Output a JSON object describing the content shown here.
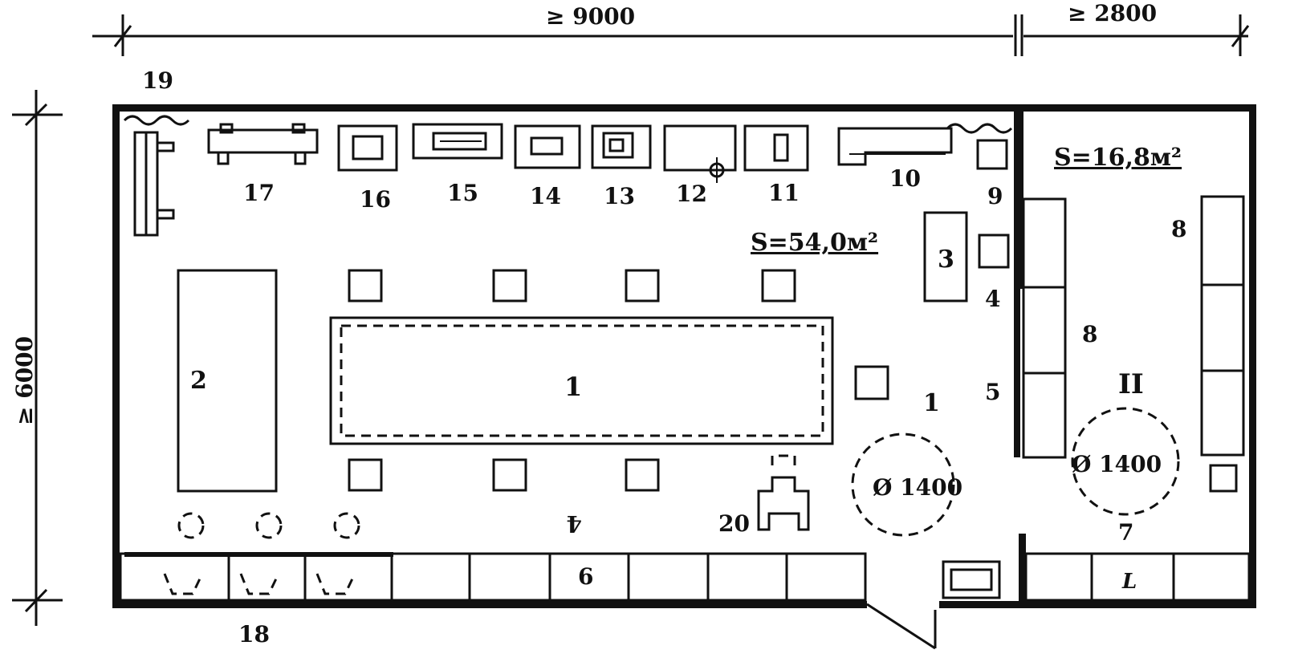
{
  "dimensions": {
    "width": "≥ 9000",
    "annex_width": "≥ 2800",
    "depth": "≥ 6000"
  },
  "rooms": {
    "main_area": "S=54,0м²",
    "annex_area": "S=16,8м²",
    "main_numeral": "1",
    "annex_numeral": "II"
  },
  "turning_circles": [
    "Ø 1400",
    "Ø 1400"
  ],
  "labels": {
    "l1": "1",
    "l2": "2",
    "l3": "3",
    "l4": "4",
    "l4b": "4",
    "l5": "5",
    "l6": "6",
    "l7": "7",
    "l8a": "8",
    "l8b": "8",
    "l9": "9",
    "l10": "10",
    "l11": "11",
    "l12": "12",
    "l13": "13",
    "l14": "14",
    "l15": "15",
    "l16": "16",
    "l17": "17",
    "l18": "18",
    "l19": "19",
    "l20": "20",
    "l_cab": "L"
  }
}
